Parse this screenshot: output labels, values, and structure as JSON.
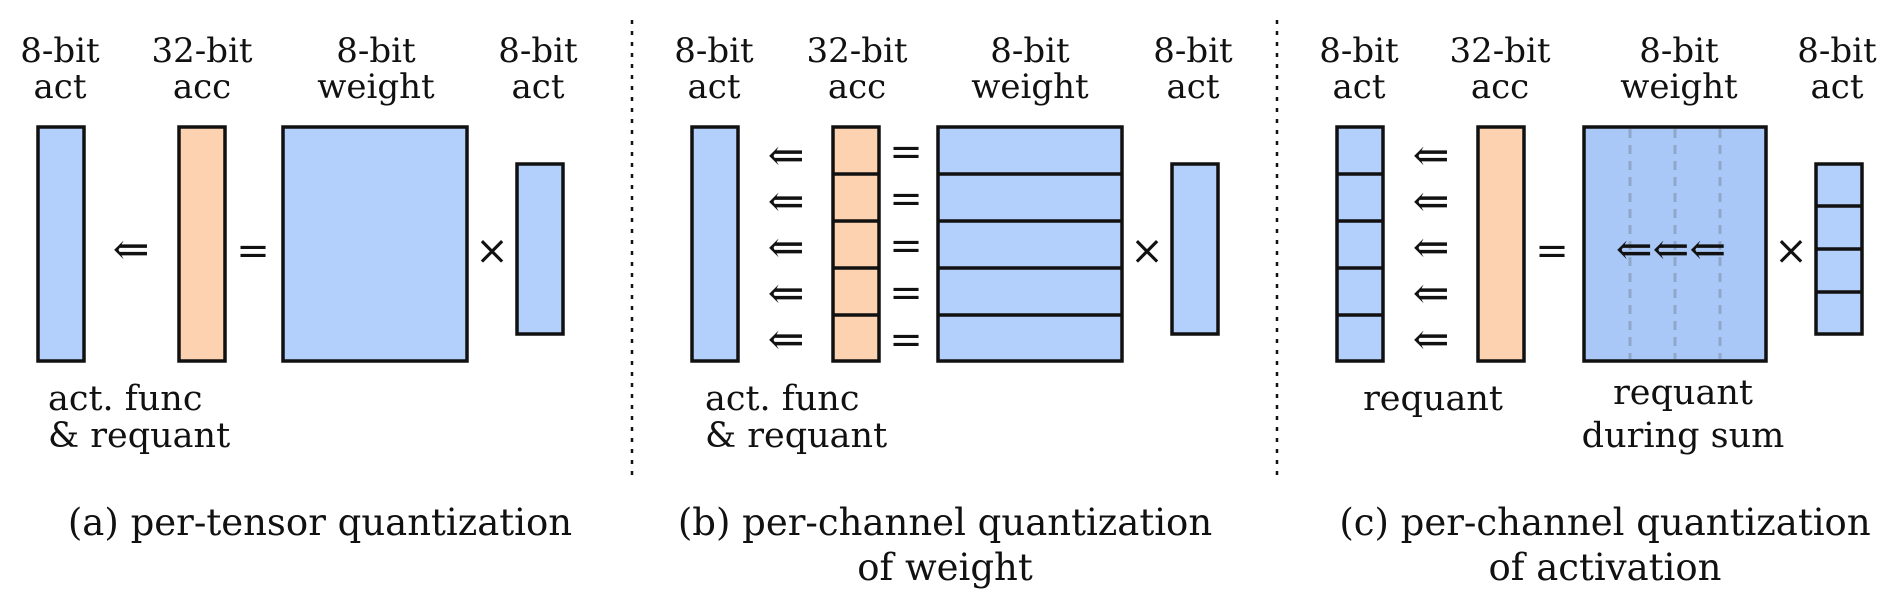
{
  "colors": {
    "act": "#b3d0fc",
    "acc": "#fdd2b1",
    "weight": "#b3d0fc",
    "weight_c": "#a9c8f7"
  },
  "panel_a": {
    "h_act_1": "8-bit",
    "h_act_2": "act",
    "h_acc_1": "32-bit",
    "h_acc_2": "acc",
    "h_w_1": "8-bit",
    "h_w_2": "weight",
    "h_in_1": "8-bit",
    "h_in_2": "act",
    "arrow": "⇐",
    "equals": "=",
    "times": "×",
    "note_1": "act.  func",
    "note_2": "& requant",
    "caption": "(a) per-tensor quantization"
  },
  "panel_b": {
    "h_act_1": "8-bit",
    "h_act_2": "act",
    "h_acc_1": "32-bit",
    "h_acc_2": "acc",
    "h_w_1": "8-bit",
    "h_w_2": "weight",
    "h_in_1": "8-bit",
    "h_in_2": "act",
    "arrow": "⇐",
    "equals": "=",
    "times": "×",
    "note_1": "act.  func",
    "note_2": "& requant",
    "caption_1": "(b) per-channel quantization",
    "caption_2": "of weight"
  },
  "panel_c": {
    "h_act_1": "8-bit",
    "h_act_2": "act",
    "h_acc_1": "32-bit",
    "h_acc_2": "acc",
    "h_w_1": "8-bit",
    "h_w_2": "weight",
    "h_in_1": "8-bit",
    "h_in_2": "act",
    "arrow": "⇐",
    "equals": "=",
    "times": "×",
    "inner_arrows": "⇐⇐⇐",
    "note_left": "requant",
    "note_right_1": "requant",
    "note_right_2": "during sum",
    "caption_1": "(c) per-channel quantization",
    "caption_2": "of activation"
  }
}
